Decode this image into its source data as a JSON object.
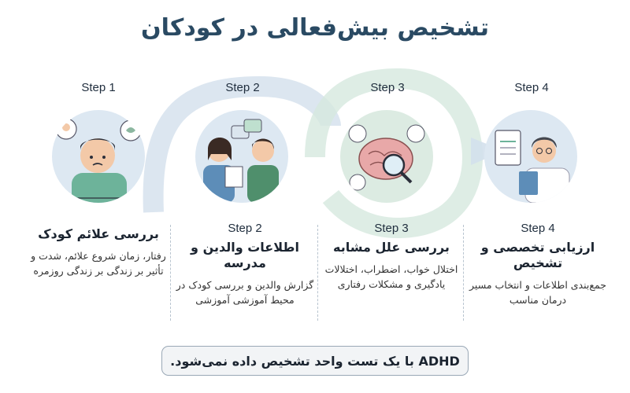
{
  "title": "تشخیص بیش‌فعالی در کودکان",
  "steps": [
    {
      "top_label": "Step 1",
      "label": "",
      "heading": "بررسی علائم کودک",
      "desc": "رفتار، زمان شروع علائم، شدت و تأثیر بر زندگی بر زندگی روزمره",
      "icon": "worried-child-icon"
    },
    {
      "top_label": "Step 2",
      "label": "Step 2",
      "heading": "اطلاعات والدین و مدرسه",
      "desc": "گزارش والدین و بررسی کودک در محیط آموزشی آموزشی",
      "icon": "parent-teacher-icon"
    },
    {
      "top_label": "Step 3",
      "label": "Step 3",
      "heading": "بررسی علل مشابه",
      "desc": "اختلال خواب، اضطراب، اختلالات یادگیری و مشکلات رفتاری",
      "icon": "brain-magnifier-icon"
    },
    {
      "top_label": "Step 4",
      "label": "Step 4",
      "heading": "ارزیابی تخصصی و تشخیص",
      "desc": "جمع‌بندی اطلاعات و انتخاب مسیر درمان مناسب",
      "icon": "doctor-clipboard-icon"
    }
  ],
  "note": "ADHD با یک تست واحد تشخیص داده نمی‌شود.",
  "colors": {
    "title": "#2a4a63",
    "arc_blue": "#c9d9e8",
    "arc_green": "#cfe3d8",
    "circle_blue": "#dde8f2",
    "circle_green": "#dcebe2"
  }
}
